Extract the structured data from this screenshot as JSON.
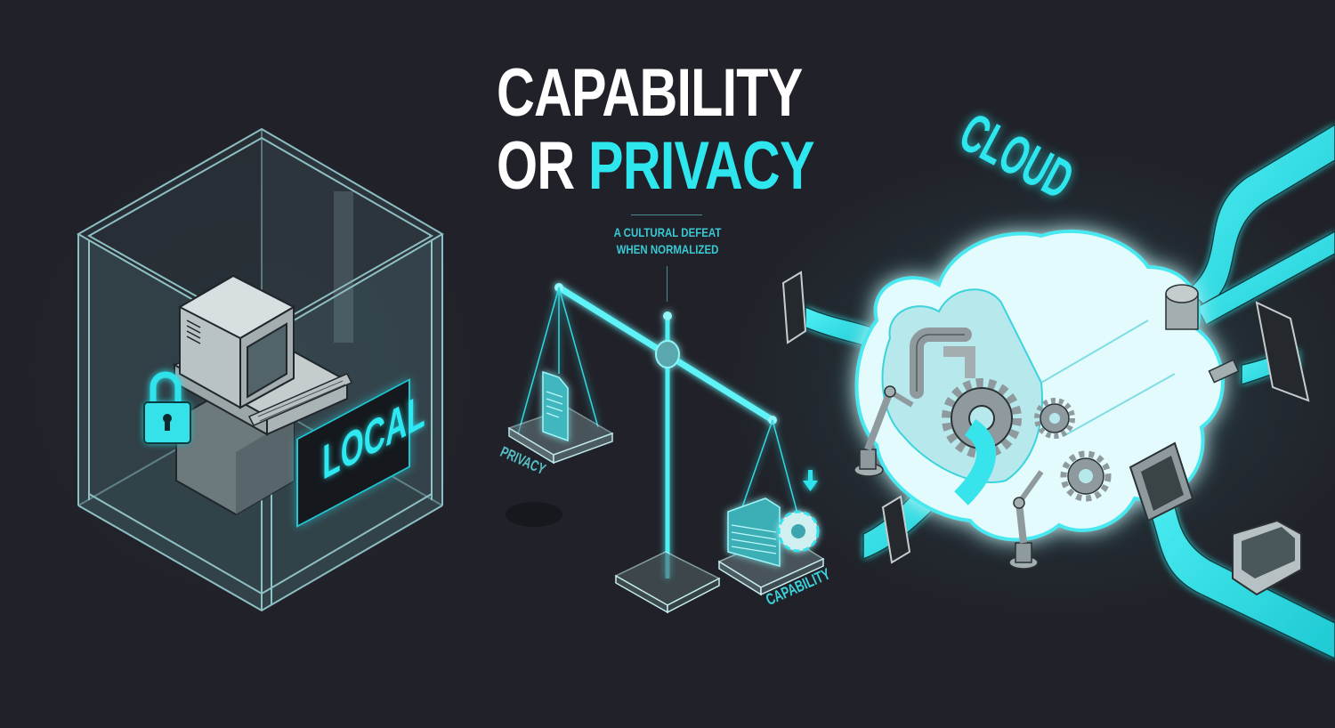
{
  "title": {
    "line1": "CAPABILITY",
    "line2_prefix": "OR",
    "line2_accent": "PRIVACY"
  },
  "subtitle": {
    "line1": "A CULTURAL DEFEAT",
    "line2": "WHEN NORMALIZED"
  },
  "labels": {
    "local": "LOCAL",
    "cloud": "CLOUD",
    "privacy": "PRIVACY",
    "capability": "CAPABILITY"
  },
  "icons": {
    "lock": "lock-icon",
    "computer": "retro-computer-icon",
    "scale": "balance-scale-icon",
    "document": "document-icon",
    "gear": "gear-icon",
    "down_arrow": "arrow-down-icon",
    "cloud": "cloud-icon",
    "robot_arm": "robot-arm-icon"
  },
  "colors": {
    "background": "#212229",
    "accent_cyan": "#2ee6ee",
    "glass_edge": "#9fd8dc",
    "title_white": "#ffffff",
    "cloud_body": "#e6fbfc",
    "machine_gray": "#9aa7aa"
  }
}
